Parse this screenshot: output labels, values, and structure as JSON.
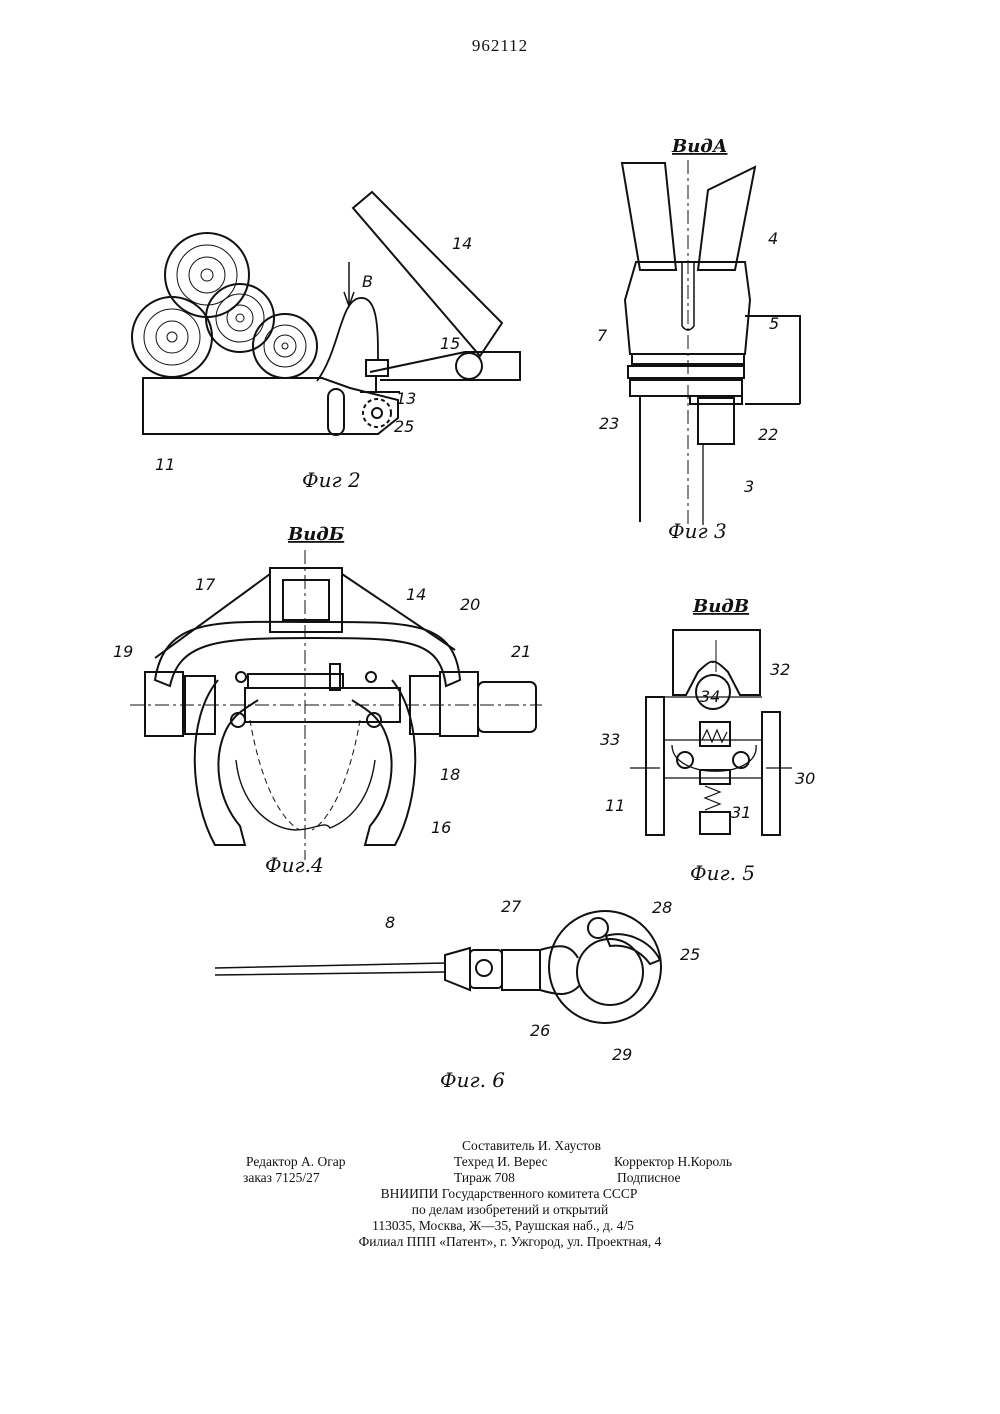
{
  "page_number": "962112",
  "figures": [
    {
      "caption": "Фиг 2",
      "labels": [
        "14",
        "В",
        "15",
        "13",
        "25",
        "11"
      ]
    },
    {
      "caption": "Фиг 3",
      "view_title": "ВидА",
      "labels": [
        "4",
        "5",
        "7",
        "23",
        "22",
        "3"
      ]
    },
    {
      "caption": "Фиг.4",
      "view_title": "ВидБ",
      "labels": [
        "17",
        "14",
        "20",
        "19",
        "21",
        "18",
        "16"
      ]
    },
    {
      "caption": "Фиг. 5",
      "view_title": "ВидВ",
      "labels": [
        "32",
        "34",
        "33",
        "30",
        "11",
        "31"
      ]
    },
    {
      "caption": "Фиг. 6",
      "labels": [
        "8",
        "27",
        "28",
        "25",
        "26",
        "29"
      ]
    }
  ],
  "imprint": {
    "compiler": "Составитель И. Хаустов",
    "editor": "Редактор А. Огар",
    "tech_editor": "Техред И. Верес",
    "proofreader": "Корректор Н.Король",
    "order": "заказ 7125/27",
    "print_run": "Тираж 708",
    "subscription": "Подписное",
    "org_line1": "ВНИИПИ Государственного комитета СССР",
    "org_line2": "по делам изобретений и открытий",
    "address": "113035, Москва, Ж—35, Раушская наб., д. 4/5",
    "branch": "Филиал ППП «Патент», г. Ужгород, ул. Проектная, 4"
  }
}
